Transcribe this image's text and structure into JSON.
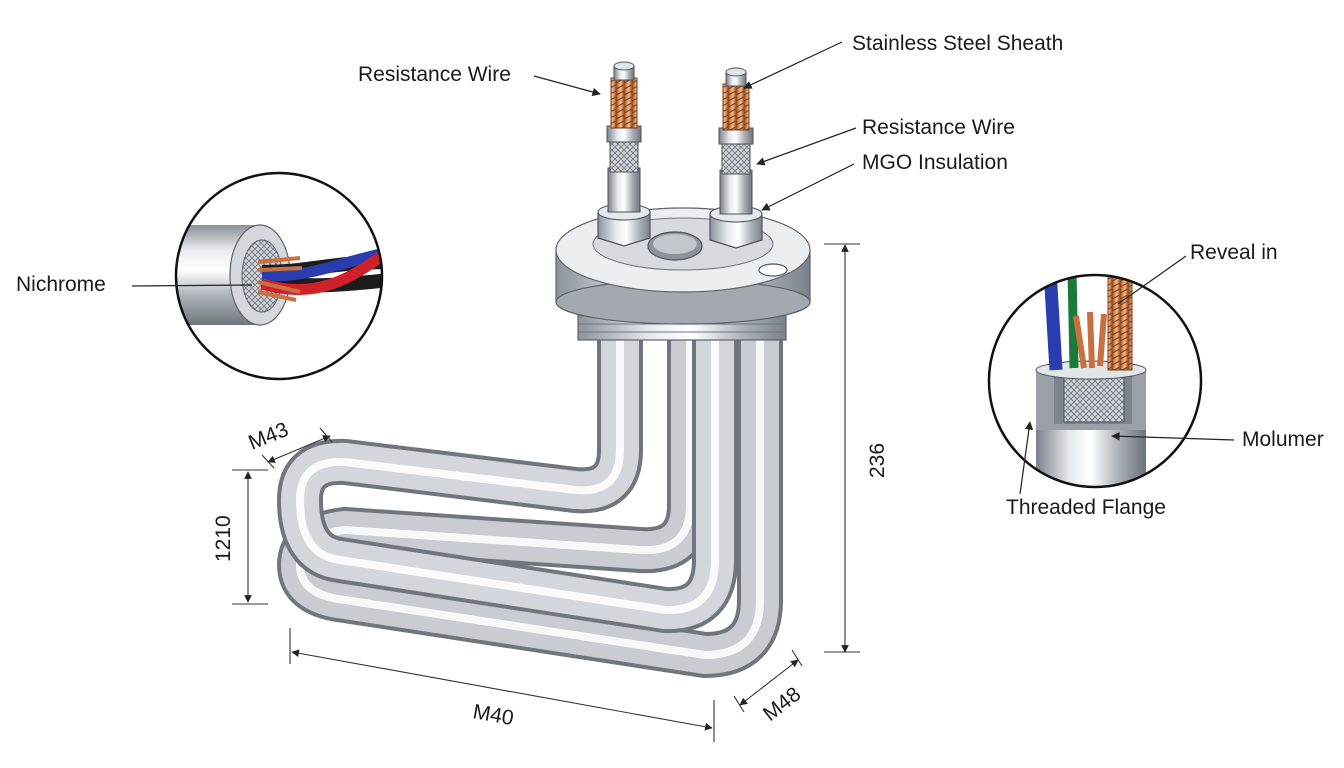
{
  "labels": {
    "resistance_wire_top": "Resistance Wire",
    "stainless_steel_sheath": "Stainless Steel Sheath",
    "resistance_wire_right": "Resistance Wire",
    "mgo_insulation": "MGO Insulation",
    "nichrome": "Nichrome",
    "reveal_in": "Reveal in",
    "molumer": "Molumer",
    "threaded_flange": "Threaded Flange"
  },
  "dimensions": {
    "m43": "M43",
    "d1210": "1210",
    "d236": "236",
    "m40": "M40",
    "m48": "M48"
  },
  "colors": {
    "steel_light": "#eef0f2",
    "steel_mid": "#b9bec4",
    "steel_dark": "#7d848c",
    "copper": "#c8703e",
    "wire_red": "#d0202a",
    "wire_blue": "#2a3cb0",
    "wire_green": "#1a7a3a",
    "wire_black": "#1c1c1c"
  }
}
